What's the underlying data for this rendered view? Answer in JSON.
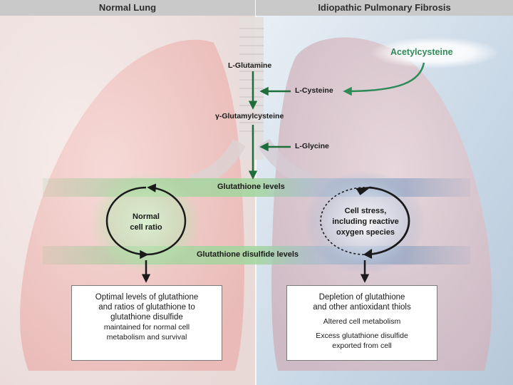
{
  "panels": {
    "left_title": "Normal Lung",
    "right_title": "Idiopathic Pulmonary Fibrosis"
  },
  "pathway": {
    "glutamine": "L-Glutamine",
    "cysteine": "L-Cysteine",
    "gamma": "γ-Glutamylcysteine",
    "glycine": "L-Glycine",
    "acetylcysteine": "Acetylcysteine"
  },
  "bands": {
    "glutathione": "Glutathione levels",
    "disulfide": "Glutathione disulfide levels"
  },
  "cycles": {
    "normal_line1": "Normal",
    "normal_line2": "cell ratio",
    "stress_line1": "Cell stress,",
    "stress_line2": "including reactive",
    "stress_line3": "oxygen species"
  },
  "boxes": {
    "left": {
      "line1": "Optimal levels of glutathione",
      "line2": "and ratios of glutathione to",
      "line3": "glutathione disulfide",
      "line4": "maintained for normal cell",
      "line5": "metabolism and survival"
    },
    "right": {
      "line1": "Depletion of glutathione",
      "line2": "and other antioxidant thiols",
      "line3": "Altered cell metabolism",
      "line4": "Excess glutathione disulfide",
      "line5": "exported from cell"
    }
  },
  "colors": {
    "green": "#2e8b57",
    "blue": "#2f4f7f"
  }
}
